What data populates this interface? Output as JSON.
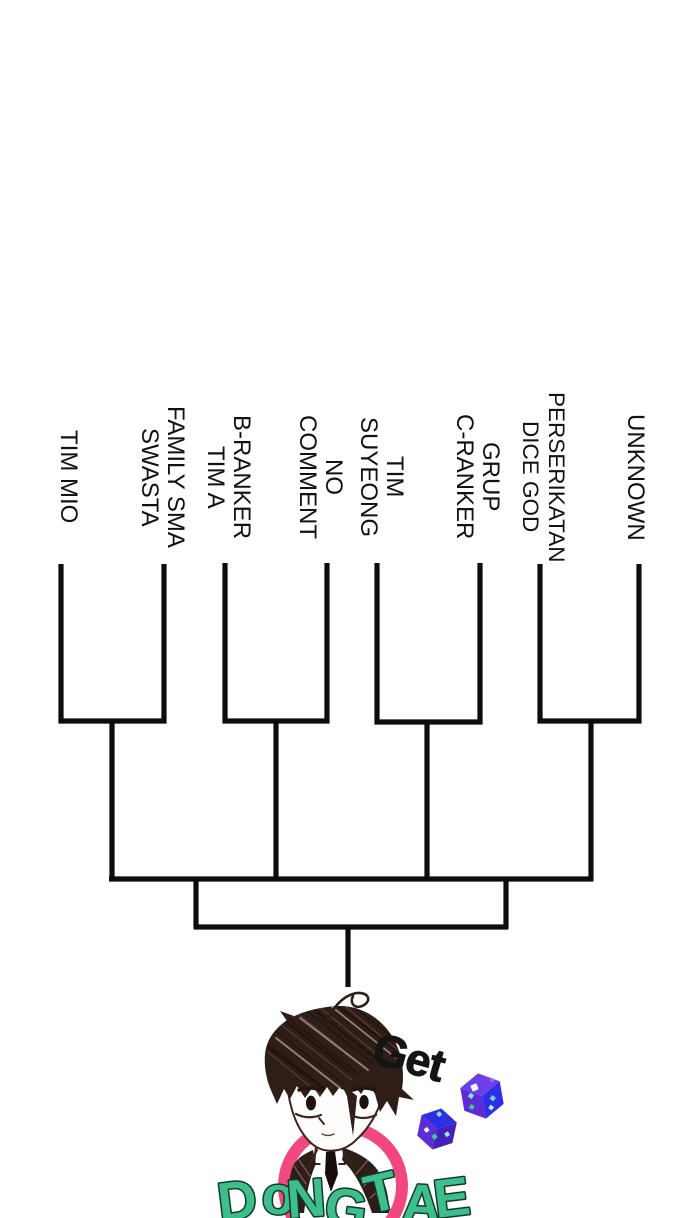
{
  "page": {
    "background": "#ffffff"
  },
  "colors": {
    "page": "#ffffff",
    "ink": "#121212",
    "line": "#0d0d0d",
    "ring": "#f2477f",
    "hair": "#2f1d17",
    "hairdark": "#190d09",
    "outline": "#3a241c",
    "skin": "#fffefd",
    "get": "#141414",
    "captionfill": "#3dbe8b",
    "captionstroke": "#11392a",
    "dicedark": "#4520bd",
    "dicemid": "#5f2bd6",
    "dicelight": "#6d3fe8",
    "diceblue": "#2e2ee4"
  },
  "bracket": {
    "type": "tournament-bracket",
    "rounds": 3,
    "teams": [
      {
        "name": "TIM MIO"
      },
      {
        "name": "FAMILY SMA\nSWASTA"
      },
      {
        "name": "B-RANKER\nTIM A"
      },
      {
        "name": "NO\nCOMMENT"
      },
      {
        "name": "TIM\nSUYEONG"
      },
      {
        "name": "GRUP\nC-RANKER"
      },
      {
        "name": "PERSERIKATAN\nDICE GOD"
      },
      {
        "name": "UNKNOWN"
      }
    ]
  },
  "illustration": {
    "get_text": "Get",
    "caption_text": "DoNG TAE",
    "character": "chibi-boy-sketch",
    "dice_count": 2
  }
}
